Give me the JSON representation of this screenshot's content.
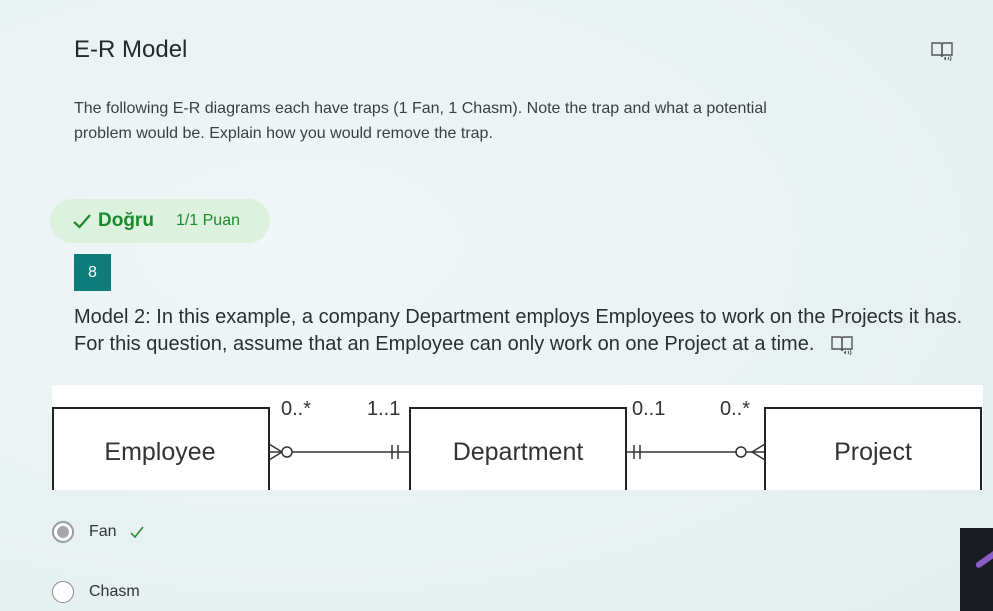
{
  "section": {
    "title": "E-R Model",
    "description": "The following E-R diagrams each have traps (1 Fan, 1 Chasm). Note the trap and what a potential problem would be. Explain how you would remove the trap."
  },
  "result": {
    "status": "Doğru",
    "score": "1/1 Puan",
    "color": "#1c8a2c"
  },
  "question": {
    "number": "8",
    "text": "Model 2: In this example, a company Department employs Employees to work on the Projects it has. For this question, assume that an Employee can only work on one Project at a time."
  },
  "diagram": {
    "entities": [
      "Employee",
      "Department",
      "Project"
    ],
    "multiplicities": {
      "employee_side": "0..*",
      "department_left": "1..1",
      "department_right": "0..1",
      "project_side": "0..*"
    }
  },
  "options": [
    {
      "label": "Fan",
      "selected": true,
      "correct": true
    },
    {
      "label": "Chasm",
      "selected": false,
      "correct": false
    }
  ],
  "icons": {
    "reader": "immersive-reader-icon",
    "check": "checkmark-icon"
  },
  "colors": {
    "accent": "#0e7c7b",
    "correct_bg": "#dcf2df"
  }
}
